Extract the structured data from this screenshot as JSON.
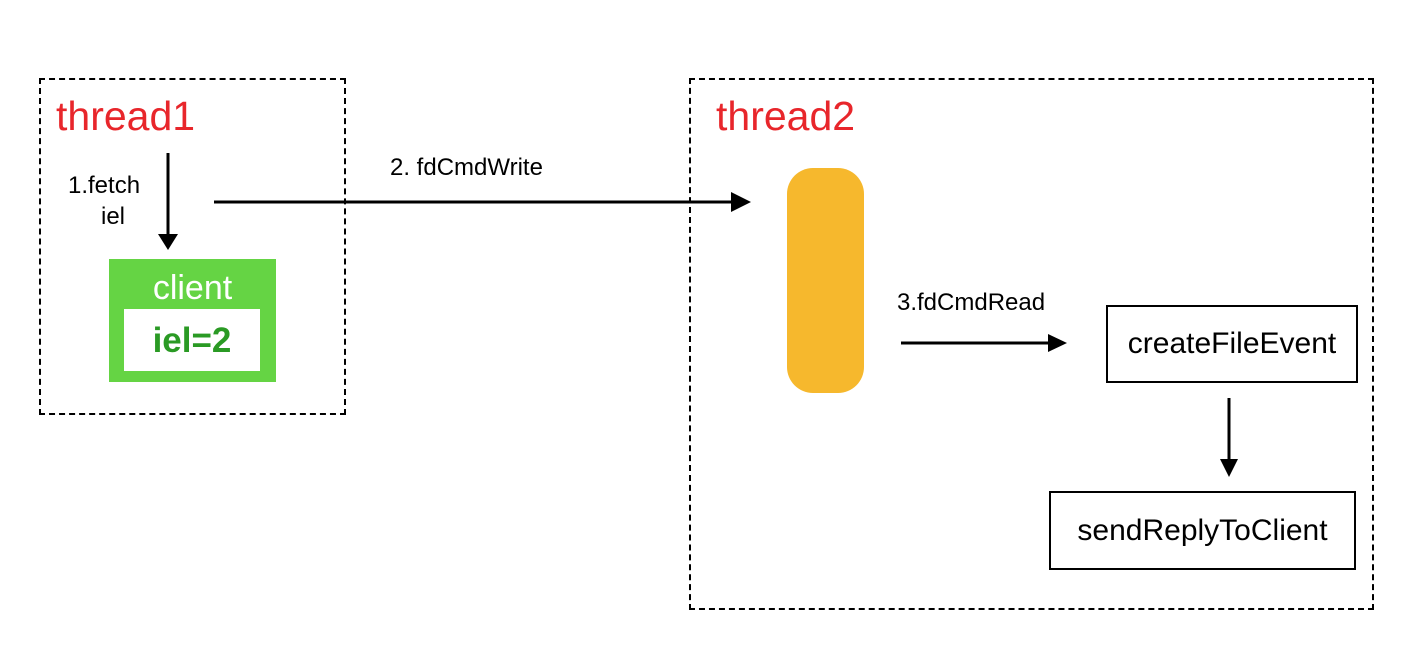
{
  "colors": {
    "thread_label": "#e8262b",
    "client_green": "#65d444",
    "client_value_text": "#2a9a24",
    "queue": "#f6b82d",
    "line": "#000000"
  },
  "thread1": {
    "label": "thread1",
    "step1_line1": "1.fetch",
    "step1_line2": "iel",
    "client": {
      "label": "client",
      "value": "iel=2"
    }
  },
  "step2_label": "2. fdCmdWrite",
  "thread2": {
    "label": "thread2",
    "step3_label": "3.fdCmdRead",
    "create_event_label": "createFileEvent",
    "send_reply_label": "sendReplyToClient"
  }
}
